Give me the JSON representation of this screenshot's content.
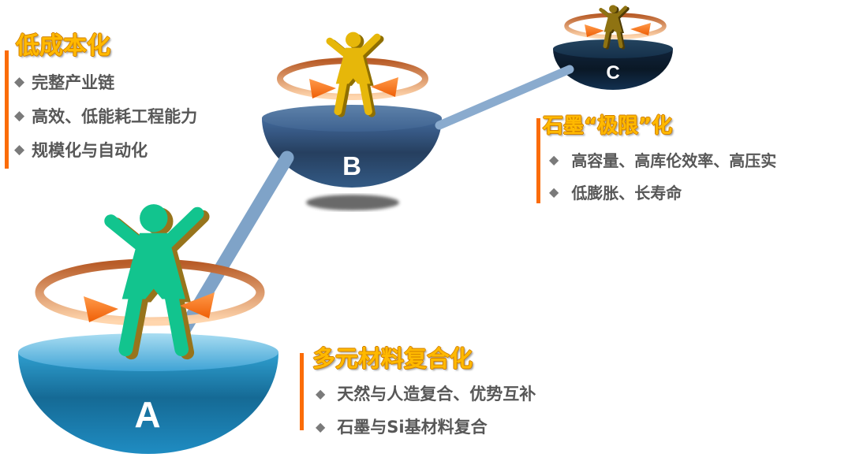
{
  "bullet_icon": "◆",
  "platforms": [
    {
      "id": "A",
      "label": "A",
      "figure": "green-person",
      "size": "large"
    },
    {
      "id": "B",
      "label": "B",
      "figure": "gold-person",
      "size": "medium"
    },
    {
      "id": "C",
      "label": "C",
      "figure": "olive-person",
      "size": "small"
    }
  ],
  "callouts": [
    {
      "id": "low-cost",
      "title": "低成本化",
      "bullets": [
        "完整产业链",
        "高效、低能耗工程能力",
        "规模化与自动化"
      ]
    },
    {
      "id": "graphite-limit",
      "title": "石墨“极限”化",
      "bullets": [
        "高容量、高库伦效率、高压实",
        "低膨胀、长寿命"
      ]
    },
    {
      "id": "multi-material-composite",
      "title": "多元材料复合化",
      "bullets": [
        "天然与人造复合、优势互补",
        "石墨与Si基材料复合"
      ]
    }
  ],
  "colors": {
    "accent_orange_bar": "#FB6C08",
    "title_gold": "#FFB900",
    "bullet_gray": "#575757",
    "bowl_a_blue": "#1E8CC2",
    "bowl_b_steel_blue": "#2E4F77",
    "bowl_c_navy": "#0D2036",
    "figure_a_green": "#12C48E",
    "figure_b_gold": "#E6B70A",
    "figure_c_olive": "#8F7312",
    "rotation_ring_orange": "#F07828",
    "connector_blue": "#7FA3C8"
  }
}
